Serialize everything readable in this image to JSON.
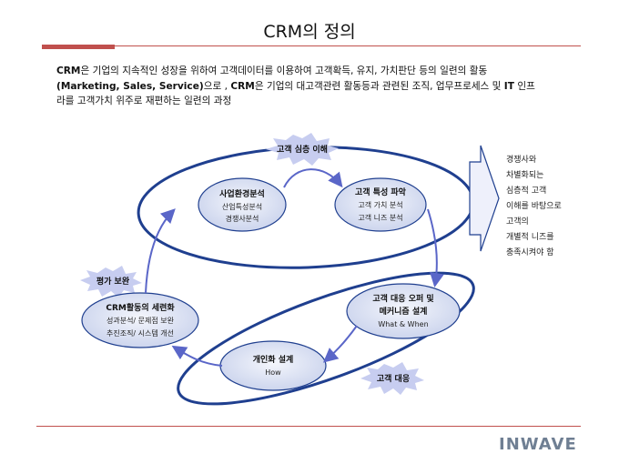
{
  "title": "CRM의 정의",
  "intro": {
    "p1_lead": "CRM",
    "p1": "은 기업의 지속적인 성장을 위하여 고객데이터를 이용하여 고객확득, 유지, 가치판단 등의 일련의 활동",
    "p2_lead": "(Marketing, Sales, Service)",
    "p2": "으로 , ",
    "p2_lead2": "CRM",
    "p2b": "은 기업의 대고객관련 활동등과 관련된 조직, 업무프로세스 및 ",
    "p2_it": "IT",
    "p2c": " 인프",
    "p3": "라를 고객가치 위주로 재편하는 일련의 과정"
  },
  "bursts": {
    "deep_understanding": "고객 심층 이해",
    "evaluation": "평가 보완",
    "response": "고객 대응"
  },
  "nodes": {
    "business_env": {
      "title": "사업환경분석",
      "line1": "산업특성분석",
      "line2": "경쟁사분석"
    },
    "customer_traits": {
      "title": "고객 특성 파악",
      "line1": "고객 가치 분석",
      "line2": "고객 니즈 분석"
    },
    "offer_design": {
      "title": "고객 대응 오퍼 및",
      "line1": "메커니즘 설계",
      "line2": "What & When"
    },
    "personalization": {
      "title": "개인화 설계",
      "line1": "How"
    },
    "refinement": {
      "title": "CRM활동의 세련화",
      "line1": "성과분석/ 문제점 보완",
      "line2": "추진조직/ 시스템 개선"
    }
  },
  "side_note": [
    "경쟁사와",
    "차별화되는",
    "심층적 고객",
    "이해를 바탕으로",
    "고객의",
    "개별적 니즈를",
    "충족시켜야 함"
  ],
  "logo": "INWAVE",
  "colors": {
    "ellipse": "#1f3f8f",
    "node_fill": "#dfe5f4",
    "burst": "#c7cdf0",
    "accent": "#c0504d"
  }
}
